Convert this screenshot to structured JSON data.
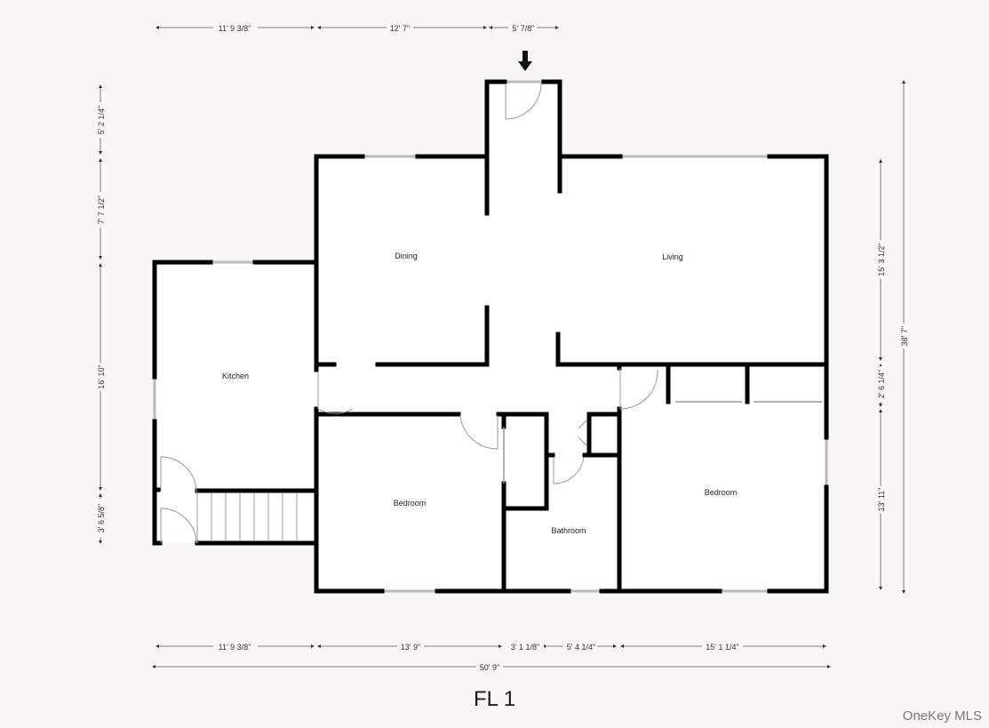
{
  "floor": {
    "title": "FL 1"
  },
  "watermark": "OneKey MLS",
  "rooms": {
    "dining": "Dining",
    "living": "Living",
    "kitchen": "Kitchen",
    "bedroom_left": "Bedroom",
    "bedroom_right": "Bedroom",
    "bathroom": "Bathroom"
  },
  "dimensions": {
    "top": [
      "11' 9 3/8\"",
      "12' 7\"",
      "5' 7/8\""
    ],
    "left": [
      "5' 2 1/4\"",
      "7' 7 1/2\"",
      "16' 10\"",
      "3' 6 5/8\""
    ],
    "right_inner": [
      "15' 3 1/2\"",
      "2' 6 1/4\"",
      "13' 11\""
    ],
    "right_total": "38' 7\"",
    "bottom": [
      "11' 9 3/8\"",
      "13' 9\"",
      "3' 1 1/8\"",
      "5' 4 1/4\"",
      "15' 1 1/4\""
    ],
    "bottom_total": "50' 9\""
  },
  "icons": {
    "entry_arrow": "arrow-down-icon"
  },
  "colors": {
    "wall": "#000000",
    "background": "#f8f7f5",
    "floor": "#ffffff",
    "window": "#bbbbbb"
  }
}
